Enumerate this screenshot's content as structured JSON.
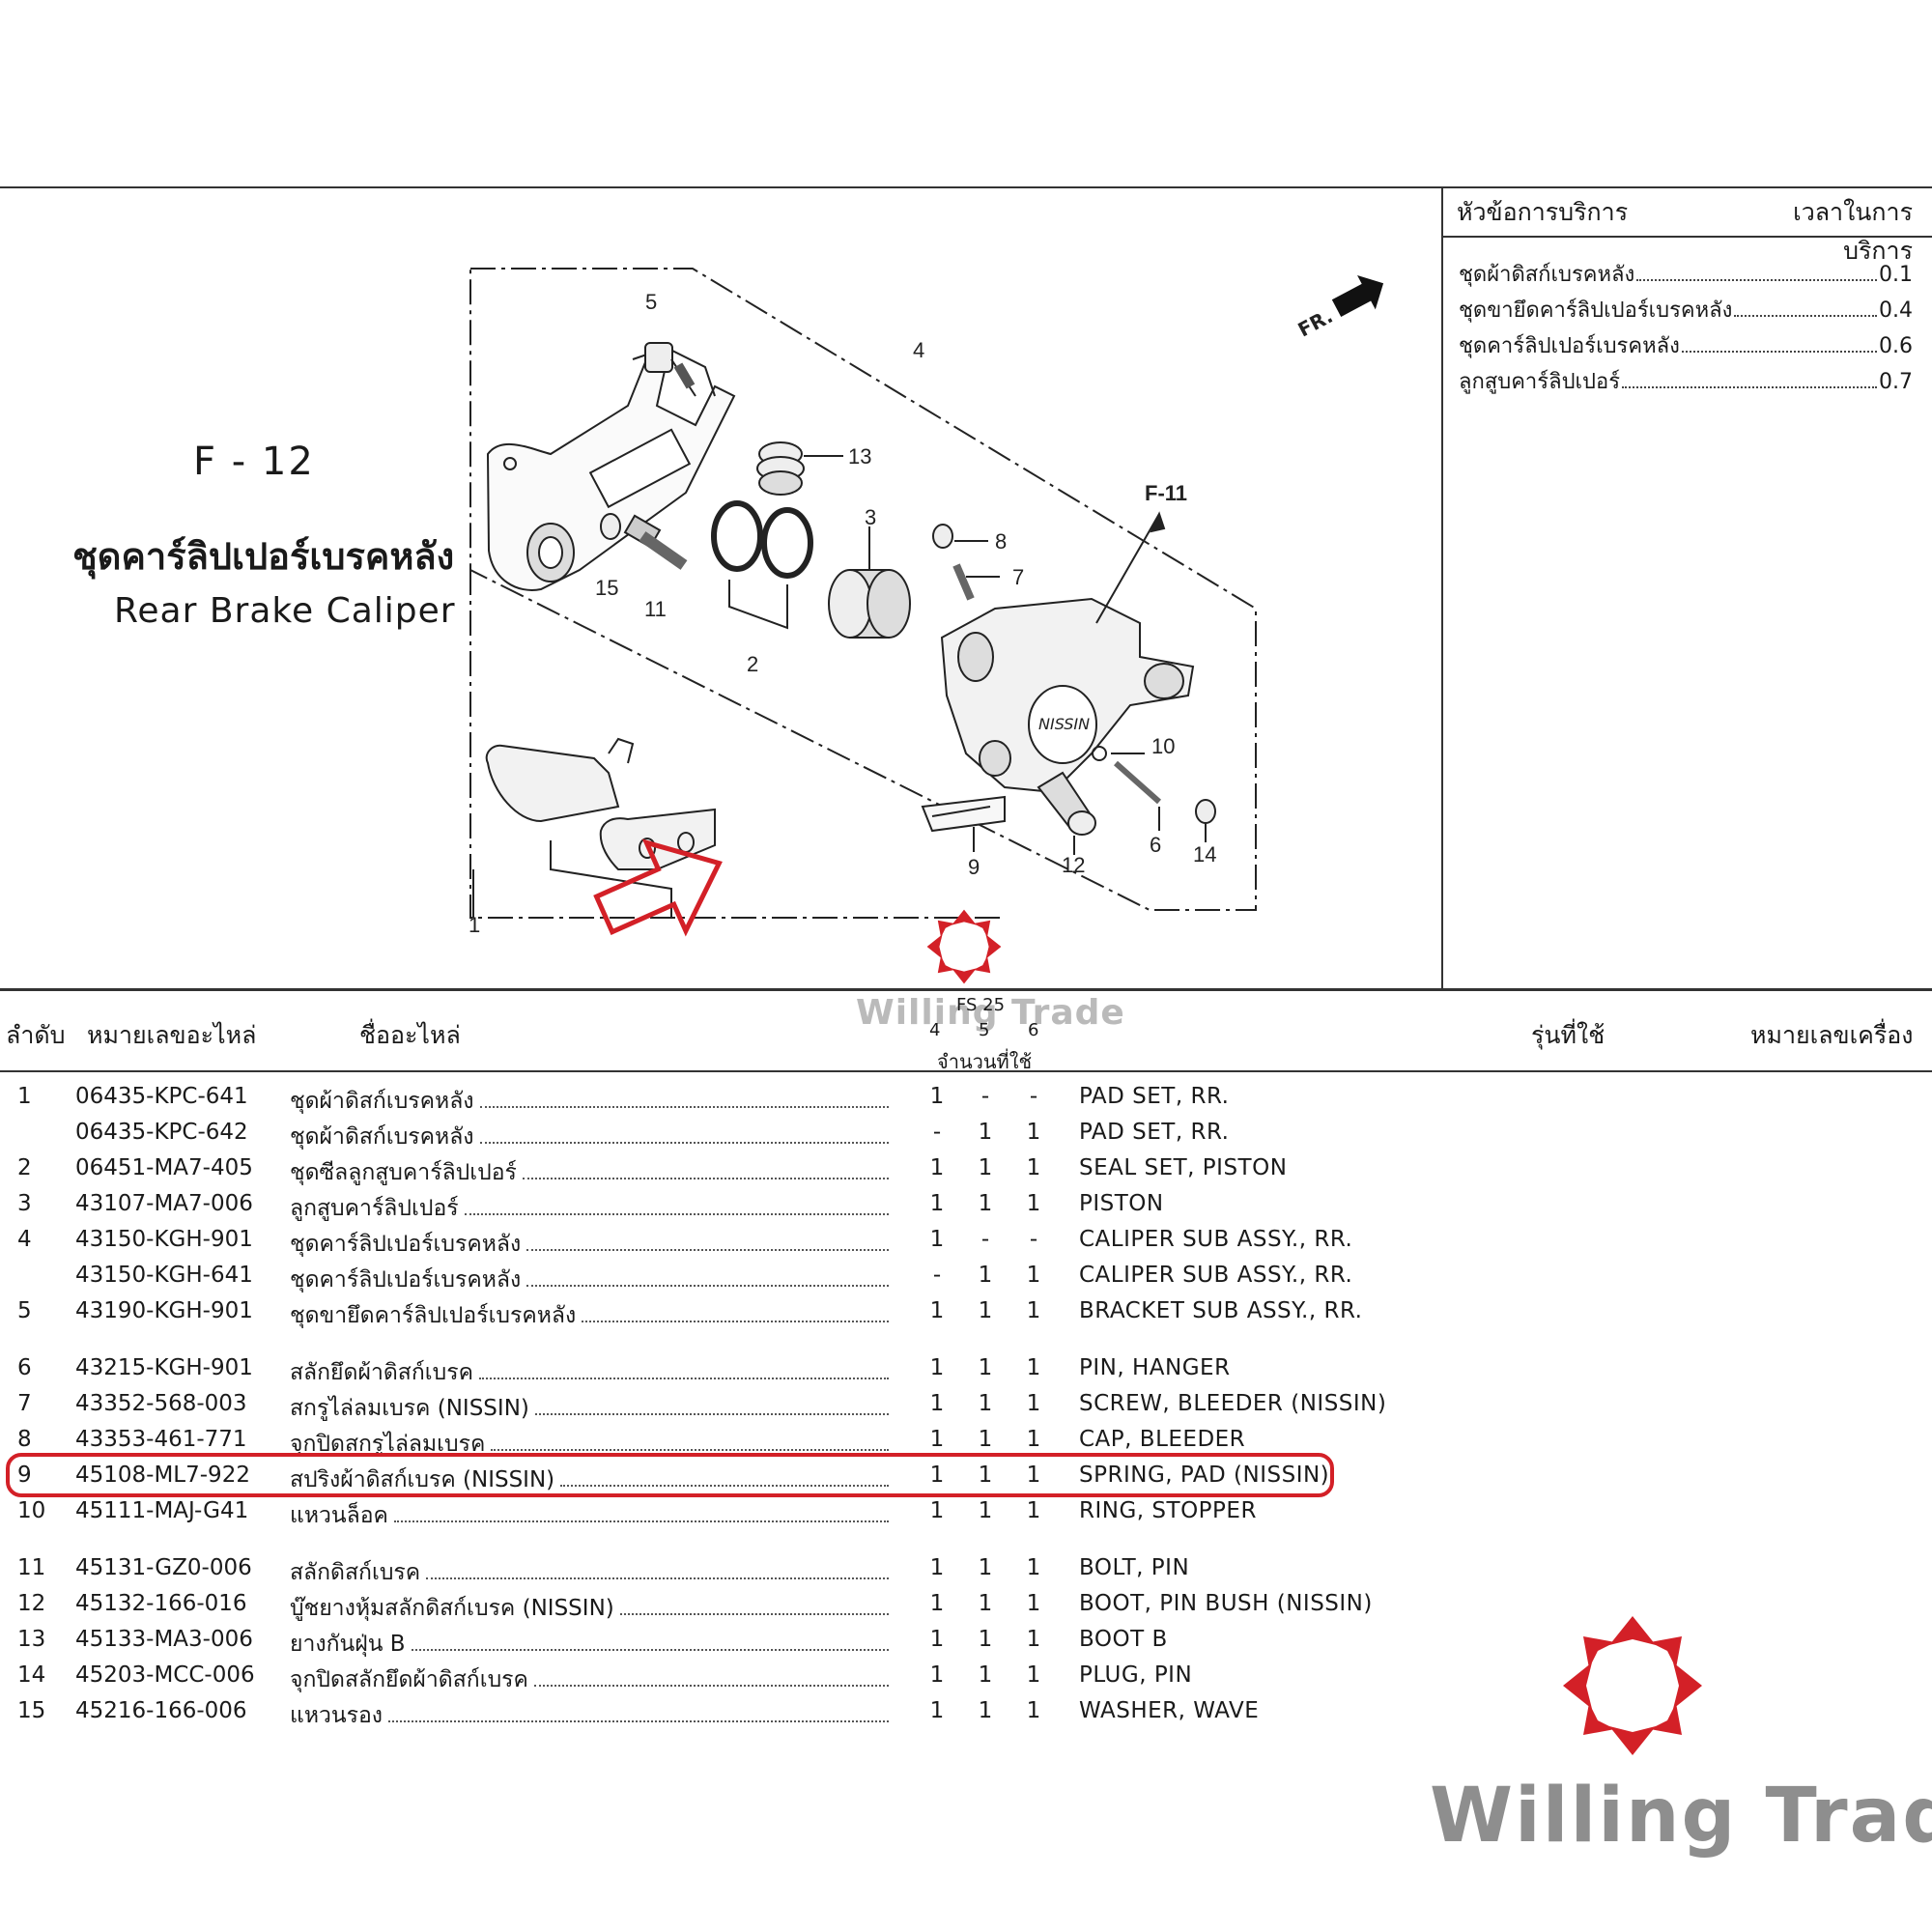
{
  "figure": {
    "code": "F - 12",
    "title_th": "ชุดคาร์ลิปเปอร์เบรคหลัง",
    "title_en": "Rear Brake Caliper",
    "ref_label": "F-11",
    "front_label": "FR.",
    "callouts": [
      "1",
      "2",
      "3",
      "4",
      "5",
      "6",
      "7",
      "8",
      "9",
      "10",
      "11",
      "12",
      "13",
      "14",
      "15"
    ],
    "brand_mark": "NISSIN"
  },
  "service": {
    "header_left": "หัวข้อการบริการ",
    "header_right": "เวลาในการบริการ",
    "items": [
      {
        "label": "ชุดผ้าดิสก์เบรคหลัง",
        "value": "0.1"
      },
      {
        "label": "ชุดขายึดคาร์ลิปเปอร์เบรคหลัง",
        "value": "0.4"
      },
      {
        "label": "ชุดคาร์ลิปเปอร์เบรคหลัง",
        "value": "0.6"
      },
      {
        "label": "ลูกสูบคาร์ลิปเปอร์",
        "value": "0.7"
      }
    ]
  },
  "table": {
    "headers": {
      "no": "ลำดับ",
      "part_no": "หมายเลขอะไหล่",
      "part_name": "ชื่ออะไหล่",
      "model_group": "FS 25",
      "model_cols": [
        "4",
        "5",
        "6"
      ],
      "qty": "จำนวนที่ใช้",
      "model": "รุ่นที่ใช้",
      "engine_no": "หมายเลขเครื่อง"
    },
    "rows": [
      {
        "no": "1",
        "part_no": "06435-KPC-641",
        "name_th": "ชุดผ้าดิสก์เบรคหลัง",
        "q": [
          "1",
          "-",
          "-"
        ],
        "name_en": "PAD SET, RR."
      },
      {
        "no": "",
        "part_no": "06435-KPC-642",
        "name_th": "ชุดผ้าดิสก์เบรคหลัง",
        "q": [
          "-",
          "1",
          "1"
        ],
        "name_en": "PAD SET, RR."
      },
      {
        "no": "2",
        "part_no": "06451-MA7-405",
        "name_th": "ชุดซีลลูกสูบคาร์ลิปเปอร์",
        "q": [
          "1",
          "1",
          "1"
        ],
        "name_en": "SEAL SET, PISTON"
      },
      {
        "no": "3",
        "part_no": "43107-MA7-006",
        "name_th": "ลูกสูบคาร์ลิปเปอร์",
        "q": [
          "1",
          "1",
          "1"
        ],
        "name_en": "PISTON"
      },
      {
        "no": "4",
        "part_no": "43150-KGH-901",
        "name_th": "ชุดคาร์ลิปเปอร์เบรคหลัง",
        "q": [
          "1",
          "-",
          "-"
        ],
        "name_en": "CALIPER SUB ASSY., RR."
      },
      {
        "no": "",
        "part_no": "43150-KGH-641",
        "name_th": "ชุดคาร์ลิปเปอร์เบรคหลัง",
        "q": [
          "-",
          "1",
          "1"
        ],
        "name_en": "CALIPER SUB ASSY., RR."
      },
      {
        "no": "5",
        "part_no": "43190-KGH-901",
        "name_th": "ชุดขายึดคาร์ลิปเปอร์เบรคหลัง",
        "q": [
          "1",
          "1",
          "1"
        ],
        "name_en": "BRACKET SUB ASSY., RR."
      },
      {
        "no": "6",
        "part_no": "43215-KGH-901",
        "name_th": "สลักยึดผ้าดิสก์เบรค",
        "q": [
          "1",
          "1",
          "1"
        ],
        "name_en": "PIN, HANGER"
      },
      {
        "no": "7",
        "part_no": "43352-568-003",
        "name_th": "สกรูไล่ลมเบรค (NISSIN)",
        "q": [
          "1",
          "1",
          "1"
        ],
        "name_en": "SCREW, BLEEDER (NISSIN)"
      },
      {
        "no": "8",
        "part_no": "43353-461-771",
        "name_th": "จุกปิดสกรูไล่ลมเบรค",
        "q": [
          "1",
          "1",
          "1"
        ],
        "name_en": "CAP, BLEEDER"
      },
      {
        "no": "9",
        "part_no": "45108-ML7-922",
        "name_th": "สปริงผ้าดิสก์เบรค (NISSIN)",
        "q": [
          "1",
          "1",
          "1"
        ],
        "name_en": "SPRING, PAD (NISSIN)"
      },
      {
        "no": "10",
        "part_no": "45111-MAJ-G41",
        "name_th": "แหวนล็อค",
        "q": [
          "1",
          "1",
          "1"
        ],
        "name_en": "RING, STOPPER"
      },
      {
        "no": "11",
        "part_no": "45131-GZ0-006",
        "name_th": "สลักดิสก์เบรค",
        "q": [
          "1",
          "1",
          "1"
        ],
        "name_en": "BOLT, PIN"
      },
      {
        "no": "12",
        "part_no": "45132-166-016",
        "name_th": "บู๊ชยางหุ้มสลักดิสก์เบรค (NISSIN)",
        "q": [
          "1",
          "1",
          "1"
        ],
        "name_en": "BOOT, PIN BUSH (NISSIN)"
      },
      {
        "no": "13",
        "part_no": "45133-MA3-006",
        "name_th": "ยางกันฝุ่น B",
        "q": [
          "1",
          "1",
          "1"
        ],
        "name_en": "BOOT B"
      },
      {
        "no": "14",
        "part_no": "45203-MCC-006",
        "name_th": "จุกปิดสลักยึดผ้าดิสก์เบรค",
        "q": [
          "1",
          "1",
          "1"
        ],
        "name_en": "PLUG, PIN"
      },
      {
        "no": "15",
        "part_no": "45216-166-006",
        "name_th": "แหวนรอง",
        "q": [
          "1",
          "1",
          "1"
        ],
        "name_en": "WASHER, WAVE"
      }
    ],
    "highlighted_row": "9"
  },
  "watermark": {
    "text": "Willing Trade"
  },
  "logo": {
    "text": "Willing Trade",
    "color": "#d32027"
  },
  "colors": {
    "highlight": "#d32027",
    "arrow": "#d32027"
  }
}
